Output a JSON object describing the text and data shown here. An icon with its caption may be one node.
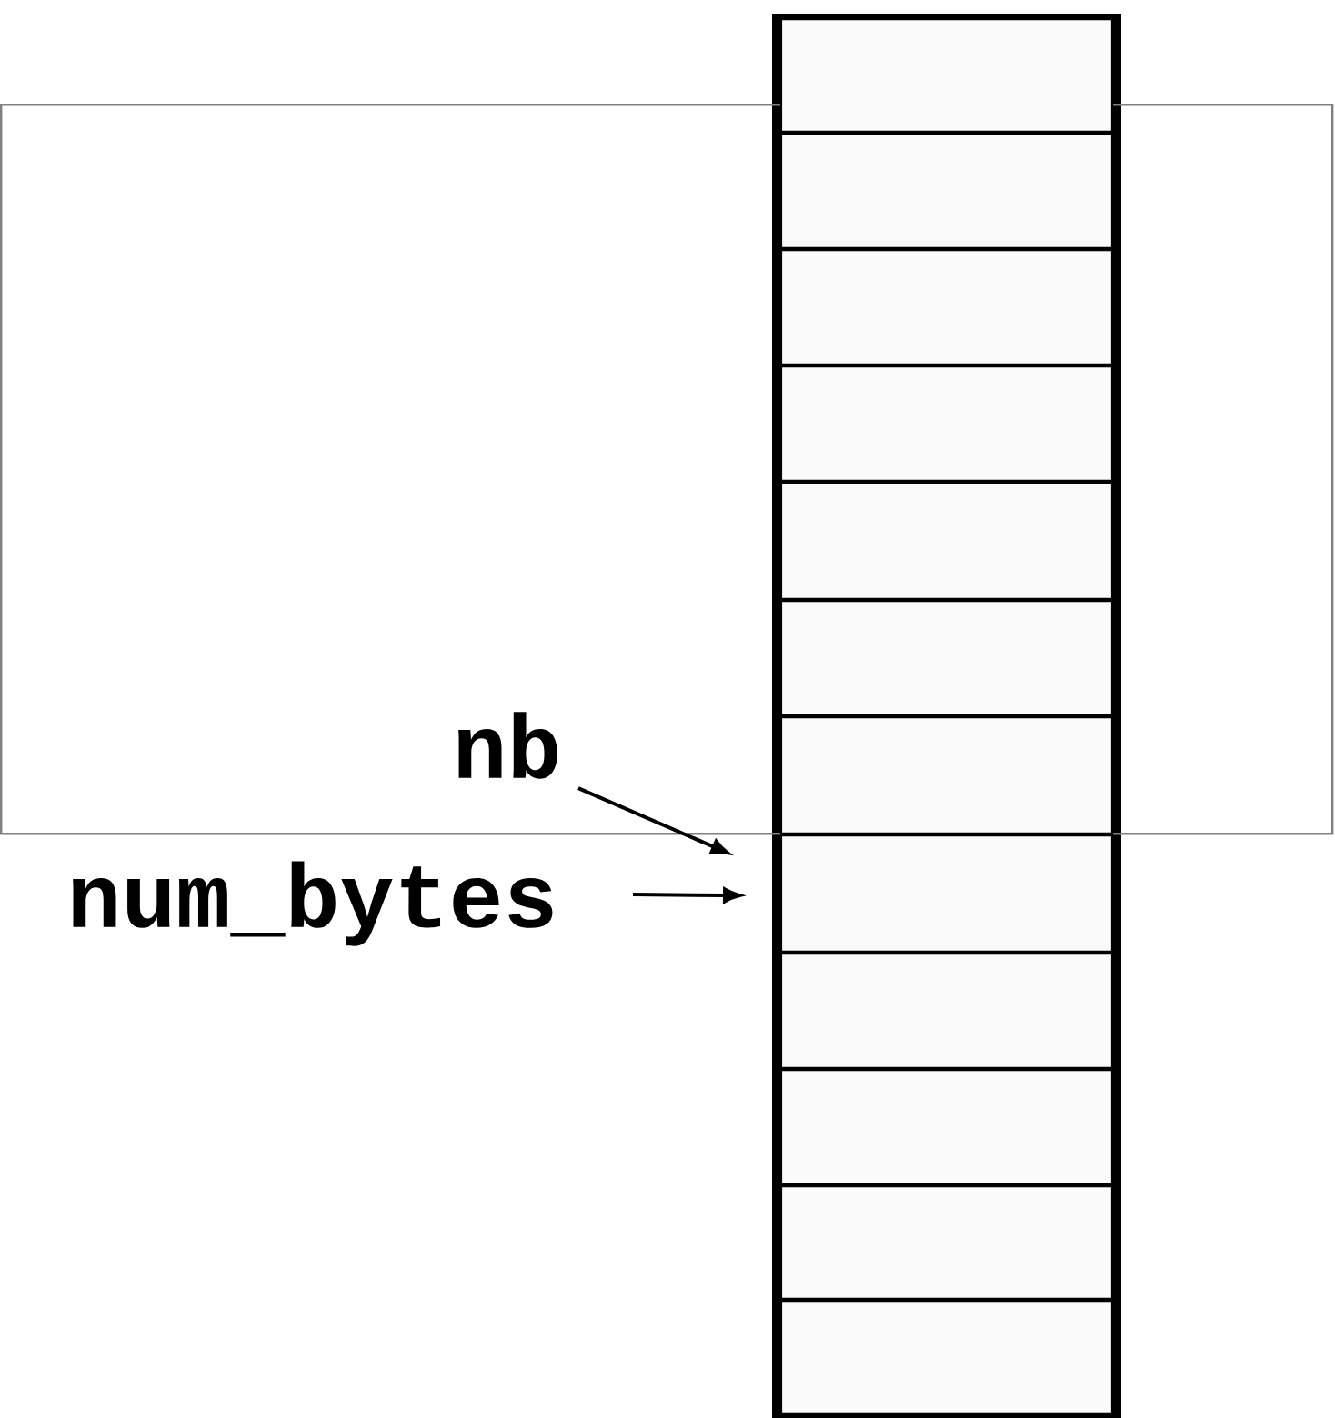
{
  "diagram": {
    "nodes": [
      {
        "text": [],
        "shape": "box"
      },
      {
        "text": [],
        "shape": "box"
      },
      {
        "text": [],
        "shape": "box",
        "in": 0
      },
      {
        "text": [],
        "shape": "box",
        "in": 0
      },
      {
        "text": [],
        "shape": "box",
        "in": 0
      },
      {
        "text": [],
        "shape": "box",
        "in": 0
      },
      {
        "text": [],
        "shape": "box",
        "in": 0
      },
      {
        "text": [],
        "shape": "box",
        "in": 0
      },
      {
        "text": [],
        "shape": "box"
      },
      {
        "text": [],
        "shape": "box"
      },
      {
        "text": [],
        "shape": "box"
      },
      {
        "text": [],
        "shape": "box"
      },
      {
        "text": [],
        "shape": "box"
      },
      {
        "text": [
          "nb"
        ],
        "in": 0
      },
      {
        "text": [
          "num_bytes"
        ]
      }
    ],
    "edges": [
      {
        "from": 13,
        "to": 8,
        "arrow": "to"
      },
      {
        "from": 14,
        "to": 8,
        "arrow": "to"
      }
    ]
  }
}
